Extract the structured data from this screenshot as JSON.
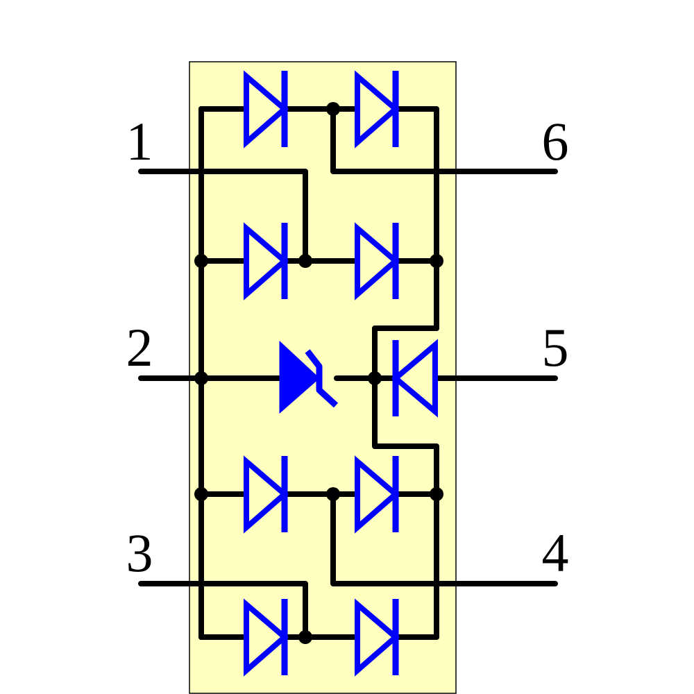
{
  "colors": {
    "background": "#ffffff",
    "package_fill": "#ffffc0",
    "package_border": "#000000",
    "wire": "#000000",
    "diode": "#0000ff"
  },
  "pins": {
    "pin1": "1",
    "pin2": "2",
    "pin3": "3",
    "pin4": "4",
    "pin5": "5",
    "pin6": "6"
  },
  "components": {
    "steering_diodes": 8,
    "zener_diodes": 1,
    "plain_diodes": 1
  }
}
